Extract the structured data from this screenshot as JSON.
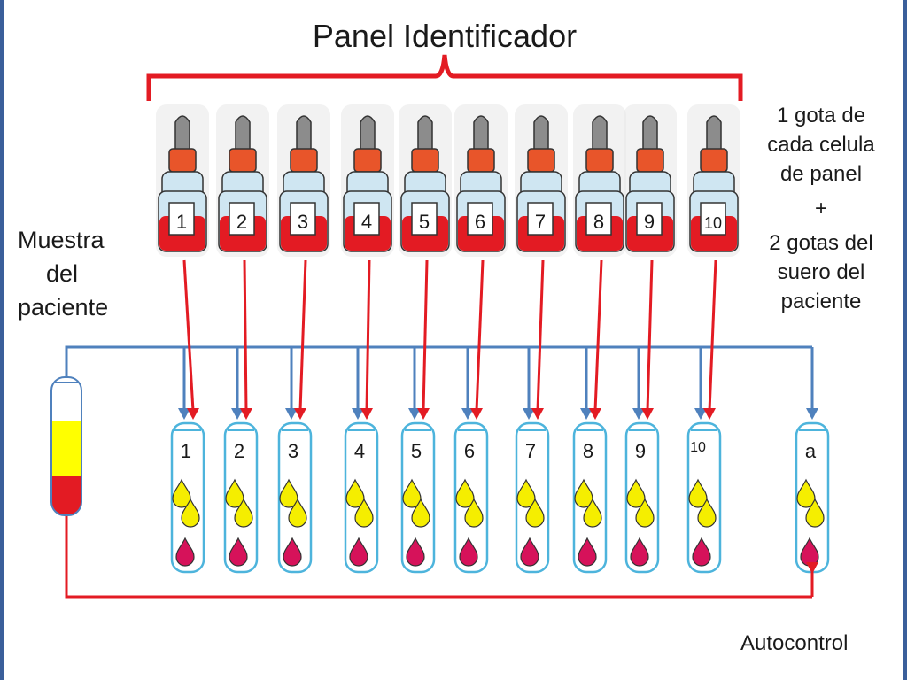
{
  "title": "Panel Identificador",
  "sample_label": [
    "Muestra",
    "del",
    "paciente"
  ],
  "instructions": {
    "line1": "1 gota de",
    "line2": "cada celula",
    "line3": "de panel",
    "plus": "+",
    "line4": "2 gotas del",
    "line5": "suero del",
    "line6": "paciente"
  },
  "bottle_labels": [
    "1",
    "2",
    "3",
    "4",
    "5",
    "6",
    "7",
    "8",
    "9",
    "10"
  ],
  "tube_labels": [
    "1",
    "2",
    "3",
    "4",
    "5",
    "6",
    "7",
    "8",
    "9",
    "10",
    "a"
  ],
  "autocontrol_label": "Autocontrol",
  "colors": {
    "red": "#e31b23",
    "blue": "#4f81bd",
    "yellow": "#f5ee00",
    "plasma_yellow": "#ffff00",
    "crimson_drop": "#d6125a",
    "bottle_cap": "#e8552a",
    "bottle_body": "#cfe6f2",
    "tube_outline": "#4db4dc",
    "dropper": "#8c8c8c"
  }
}
